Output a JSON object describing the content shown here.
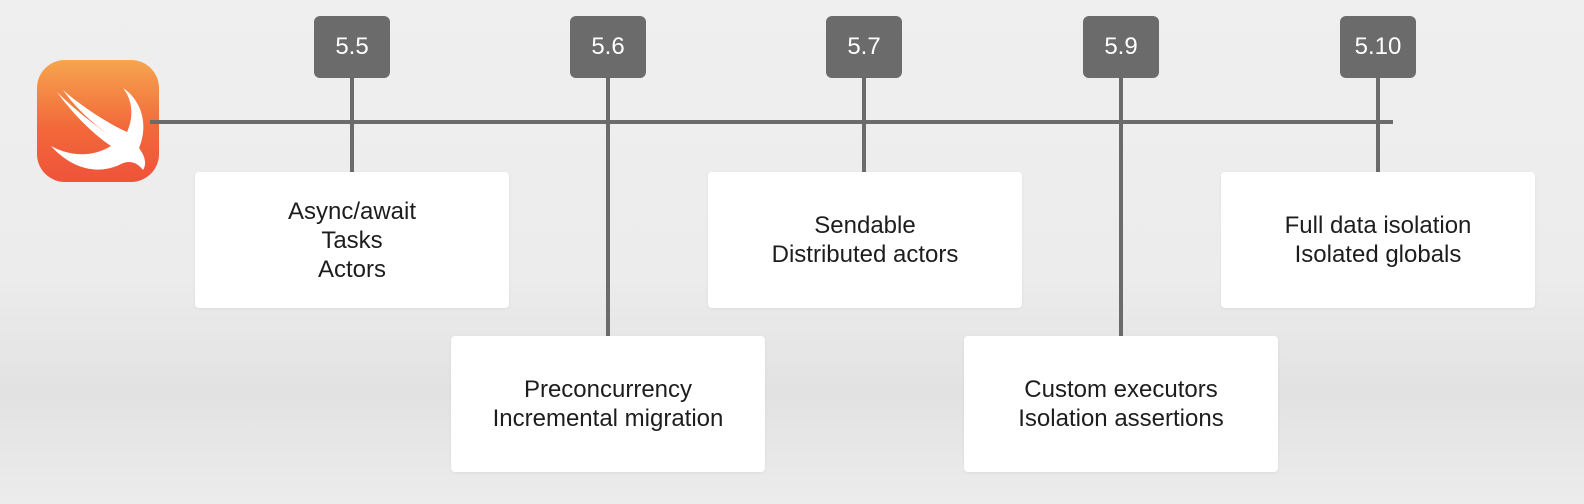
{
  "logo": {
    "icon": "swift-bird-icon",
    "gradient_top": "#f6a54e",
    "gradient_bottom": "#f0523a"
  },
  "timeline": {
    "line_color": "#6b6b6b",
    "versions": [
      {
        "label": "5.5",
        "features": [
          "Async/await",
          "Tasks",
          "Actors"
        ]
      },
      {
        "label": "5.6",
        "features": [
          "Preconcurrency",
          "Incremental migration"
        ]
      },
      {
        "label": "5.7",
        "features": [
          "Sendable",
          "Distributed actors"
        ]
      },
      {
        "label": "5.9",
        "features": [
          "Custom executors",
          "Isolation assertions"
        ]
      },
      {
        "label": "5.10",
        "features": [
          "Full data isolation",
          "Isolated globals"
        ]
      }
    ]
  }
}
